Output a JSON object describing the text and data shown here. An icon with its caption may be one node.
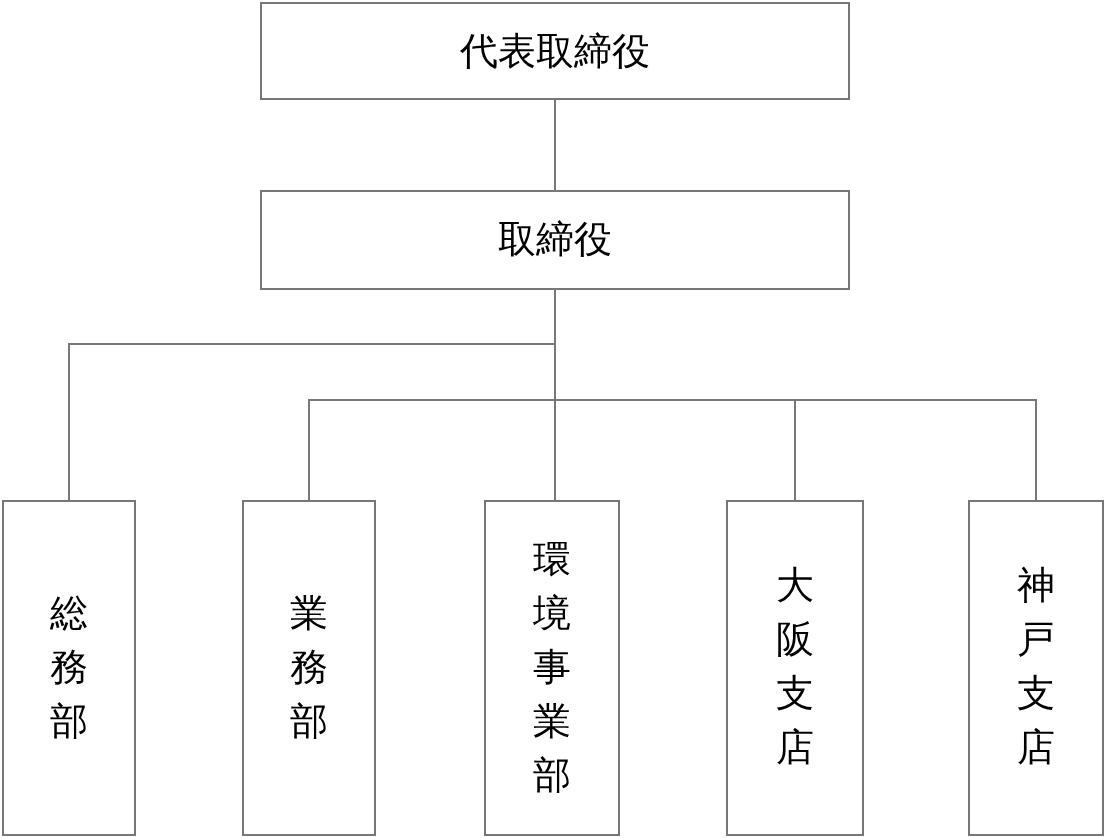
{
  "diagram": {
    "nodes": [
      {
        "text": [
          "代表取締役"
        ]
      },
      {
        "text": [
          "取締役"
        ]
      },
      {
        "text": [
          "総務部"
        ]
      },
      {
        "text": [
          "業務部"
        ]
      },
      {
        "text": [
          "環境事業部"
        ]
      },
      {
        "text": [
          "大阪支店"
        ]
      },
      {
        "text": [
          "神戸支店"
        ]
      }
    ],
    "edges": [
      {
        "from": 0,
        "to": 1,
        "arrow": "none"
      },
      {
        "from": 1,
        "to": 2,
        "arrow": "none"
      },
      {
        "from": 1,
        "to": 3,
        "arrow": "none"
      },
      {
        "from": 1,
        "to": 4,
        "arrow": "none"
      },
      {
        "from": 1,
        "to": 5,
        "arrow": "none"
      },
      {
        "from": 1,
        "to": 6,
        "arrow": "none"
      }
    ]
  }
}
